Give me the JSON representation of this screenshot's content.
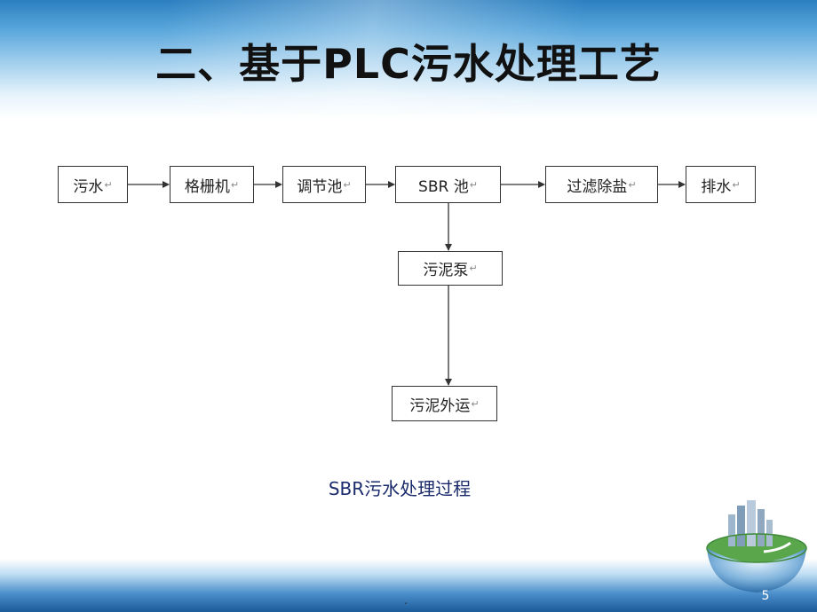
{
  "slide": {
    "title": "二、基于PLC污水处理工艺",
    "caption": "SBR污水处理过程",
    "page_number": "5",
    "footer_dot": "."
  },
  "flow": {
    "paragraph_mark": "↵",
    "nodes": [
      {
        "id": "wastewater",
        "label": "污水"
      },
      {
        "id": "grille",
        "label": "格栅机"
      },
      {
        "id": "regulating-tank",
        "label": "调节池"
      },
      {
        "id": "sbr-tank",
        "label": "SBR 池"
      },
      {
        "id": "filter-desalt",
        "label": "过滤除盐"
      },
      {
        "id": "discharge",
        "label": "排水"
      },
      {
        "id": "sludge-pump",
        "label": "污泥泵"
      },
      {
        "id": "sludge-transport",
        "label": "污泥外运"
      }
    ],
    "edges": [
      {
        "from": "wastewater",
        "to": "grille"
      },
      {
        "from": "grille",
        "to": "regulating-tank"
      },
      {
        "from": "regulating-tank",
        "to": "sbr-tank"
      },
      {
        "from": "sbr-tank",
        "to": "filter-desalt"
      },
      {
        "from": "filter-desalt",
        "to": "discharge"
      },
      {
        "from": "sbr-tank",
        "to": "sludge-pump"
      },
      {
        "from": "sludge-pump",
        "to": "sludge-transport"
      }
    ]
  },
  "theme": {
    "line_color": "#333333",
    "caption_color": "#1a2a6c",
    "band_color": "#2b7fc0"
  },
  "decor": {
    "corner_icon": "globe-city-icon"
  }
}
